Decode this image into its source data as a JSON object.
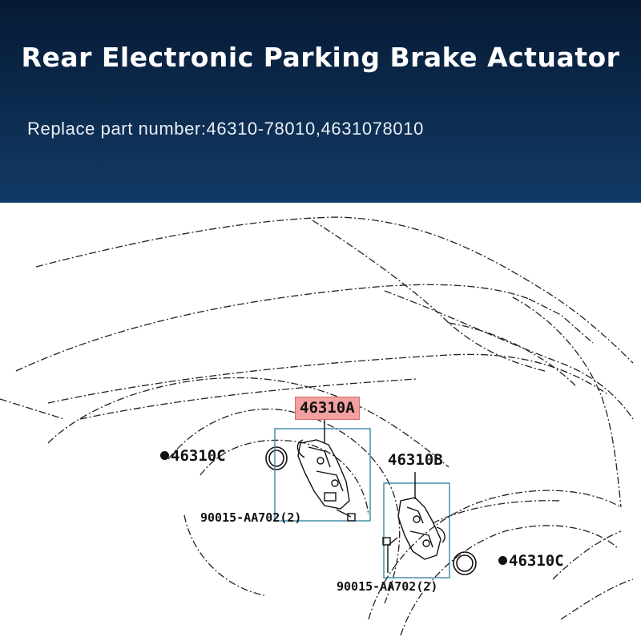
{
  "header": {
    "title": "Rear Electronic Parking Brake Actuator",
    "subtitle": "Replace part number:46310-78010,4631078010"
  },
  "diagram": {
    "callouts": {
      "actuator_left": "46310A",
      "actuator_right": "46310B",
      "seal_left": "46310C",
      "seal_right": "46310C",
      "bolt_left": "90015-AA702(2)",
      "bolt_right": "90015-AA702(2)"
    },
    "colors": {
      "highlight": "#f2a0a0",
      "frame": "#2a7f9e",
      "line": "#222222"
    }
  }
}
